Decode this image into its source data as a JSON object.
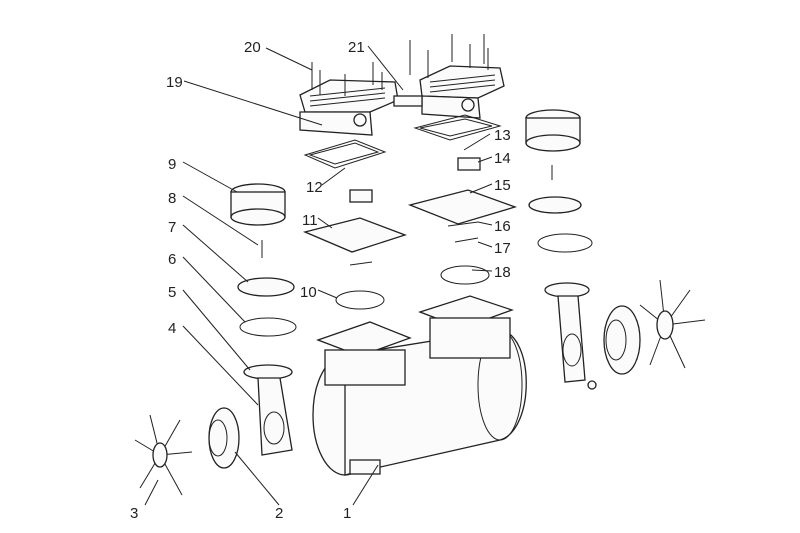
{
  "diagram": {
    "type": "exploded-parts-view",
    "callouts": [
      "1",
      "2",
      "3",
      "4",
      "5",
      "6",
      "7",
      "8",
      "9",
      "10",
      "11",
      "12",
      "13",
      "14",
      "15",
      "16",
      "17",
      "18",
      "19",
      "20",
      "21"
    ]
  },
  "colors": {
    "ink": "#222222",
    "background": "#ffffff"
  }
}
